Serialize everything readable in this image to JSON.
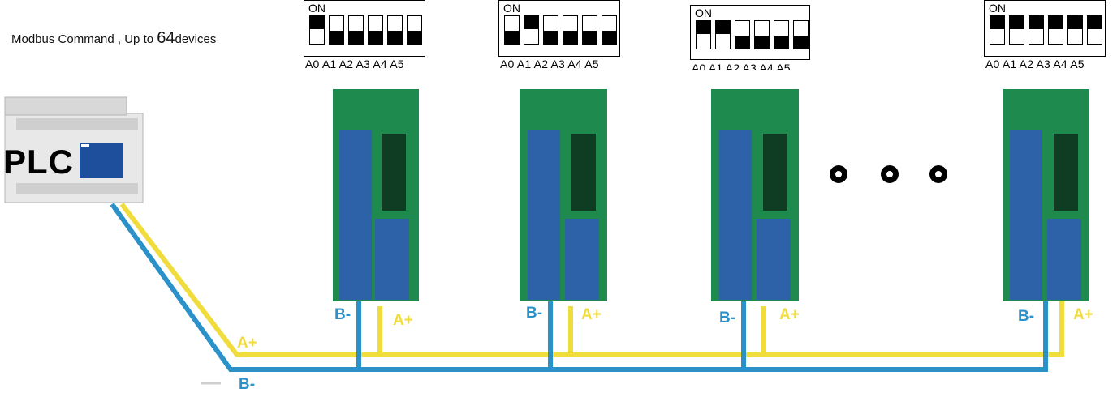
{
  "title": {
    "prefix": "Modbus Command , Up to ",
    "count": "64",
    "suffix": "devices"
  },
  "plc": {
    "label": "PLC"
  },
  "dip": {
    "on_label": "ON",
    "address_labels": "A0 A1 A2 A3 A4 A5"
  },
  "devices": [
    {
      "switches": [
        "on",
        "off",
        "off",
        "off",
        "off",
        "off"
      ]
    },
    {
      "switches": [
        "off",
        "on",
        "off",
        "off",
        "off",
        "off"
      ]
    },
    {
      "switches": [
        "on",
        "on",
        "off",
        "off",
        "off",
        "off"
      ]
    },
    {
      "switches": [
        "on",
        "on",
        "on",
        "on",
        "on",
        "on"
      ]
    }
  ],
  "wires": {
    "b_minus": "B-",
    "a_plus": "A+",
    "b_color": "#2a91c9",
    "a_color": "#f0dc3c"
  },
  "ellipsis_icon": "three-dots-icon"
}
